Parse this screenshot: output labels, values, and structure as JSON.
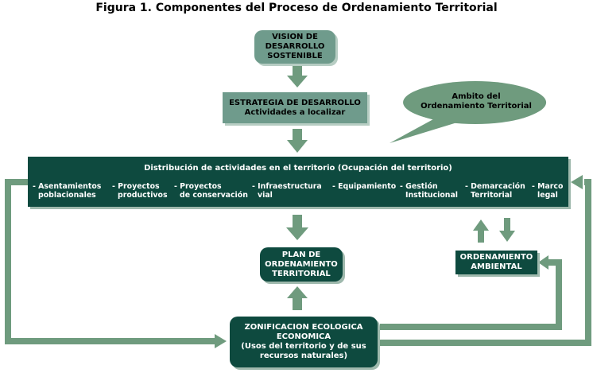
{
  "title": "Figura 1. Componentes del Proceso de Ordenamiento Territorial",
  "vision": {
    "line1": "VISION DE",
    "line2": "DESARROLLO",
    "line3": "SOSTENIBLE"
  },
  "estrategia": {
    "line1": "ESTRATEGIA DE DESARROLLO",
    "line2": "Actividades a localizar"
  },
  "ambito": {
    "line1": "Ambito del",
    "line2": "Ordenamiento Territorial"
  },
  "distribucion": {
    "title": "Distribución de actividades en el territorio (Ocupación del territorio)",
    "items": [
      {
        "line1": "- Asentamientos",
        "line2": "  poblacionales"
      },
      {
        "line1": "- Proyectos",
        "line2": "  productivos"
      },
      {
        "line1": "- Proyectos",
        "line2": "  de conservación"
      },
      {
        "line1": "- Infraestructura",
        "line2": "  vial"
      },
      {
        "line1": "- Equipamiento",
        "line2": ""
      },
      {
        "line1": "- Gestión",
        "line2": "  Institucional"
      },
      {
        "line1": "- Demarcación",
        "line2": "  Territorial"
      },
      {
        "line1": "- Marco",
        "line2": "  legal"
      }
    ]
  },
  "plan": {
    "line1": "PLAN DE",
    "line2": "ORDENAMIENTO",
    "line3": "TERRITORIAL"
  },
  "ambiental": {
    "line1": "ORDENAMIENTO",
    "line2": "AMBIENTAL"
  },
  "zonificacion": {
    "line1": "ZONIFICACION ECOLOGICA",
    "line2": "ECONOMICA",
    "line3": "(Usos del territorio y de sus",
    "line4": "recursos naturales)"
  },
  "colors": {
    "arrow": "#6f9b7e",
    "dark_box": "#0e4a3f",
    "light_box": "#6f9b8c",
    "bubble": "#6f9b7e"
  }
}
